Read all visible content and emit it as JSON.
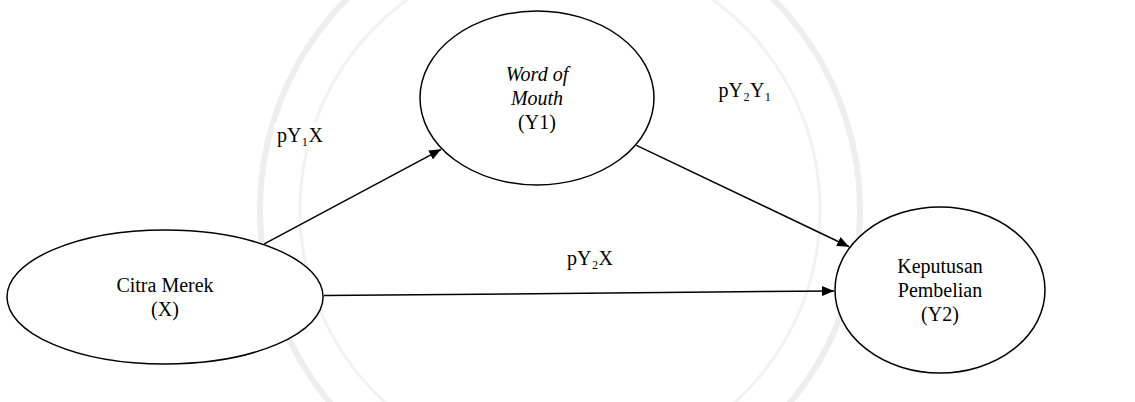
{
  "diagram": {
    "nodes": [
      {
        "text": [
          "Citra Merek",
          "(X)"
        ]
      },
      {
        "text": [
          "Word of Mouth",
          "(Y1)"
        ]
      },
      {
        "text": [
          "Keputusan Pembelian",
          "(Y2)"
        ]
      }
    ],
    "edges": [
      {
        "from": 0,
        "to": 1,
        "arrow": "to",
        "label": "pY₁X"
      },
      {
        "from": 1,
        "to": 2,
        "arrow": "to",
        "label": "pY₂Y₁"
      },
      {
        "from": 0,
        "to": 2,
        "arrow": "to",
        "label": "pY₂X"
      }
    ]
  }
}
